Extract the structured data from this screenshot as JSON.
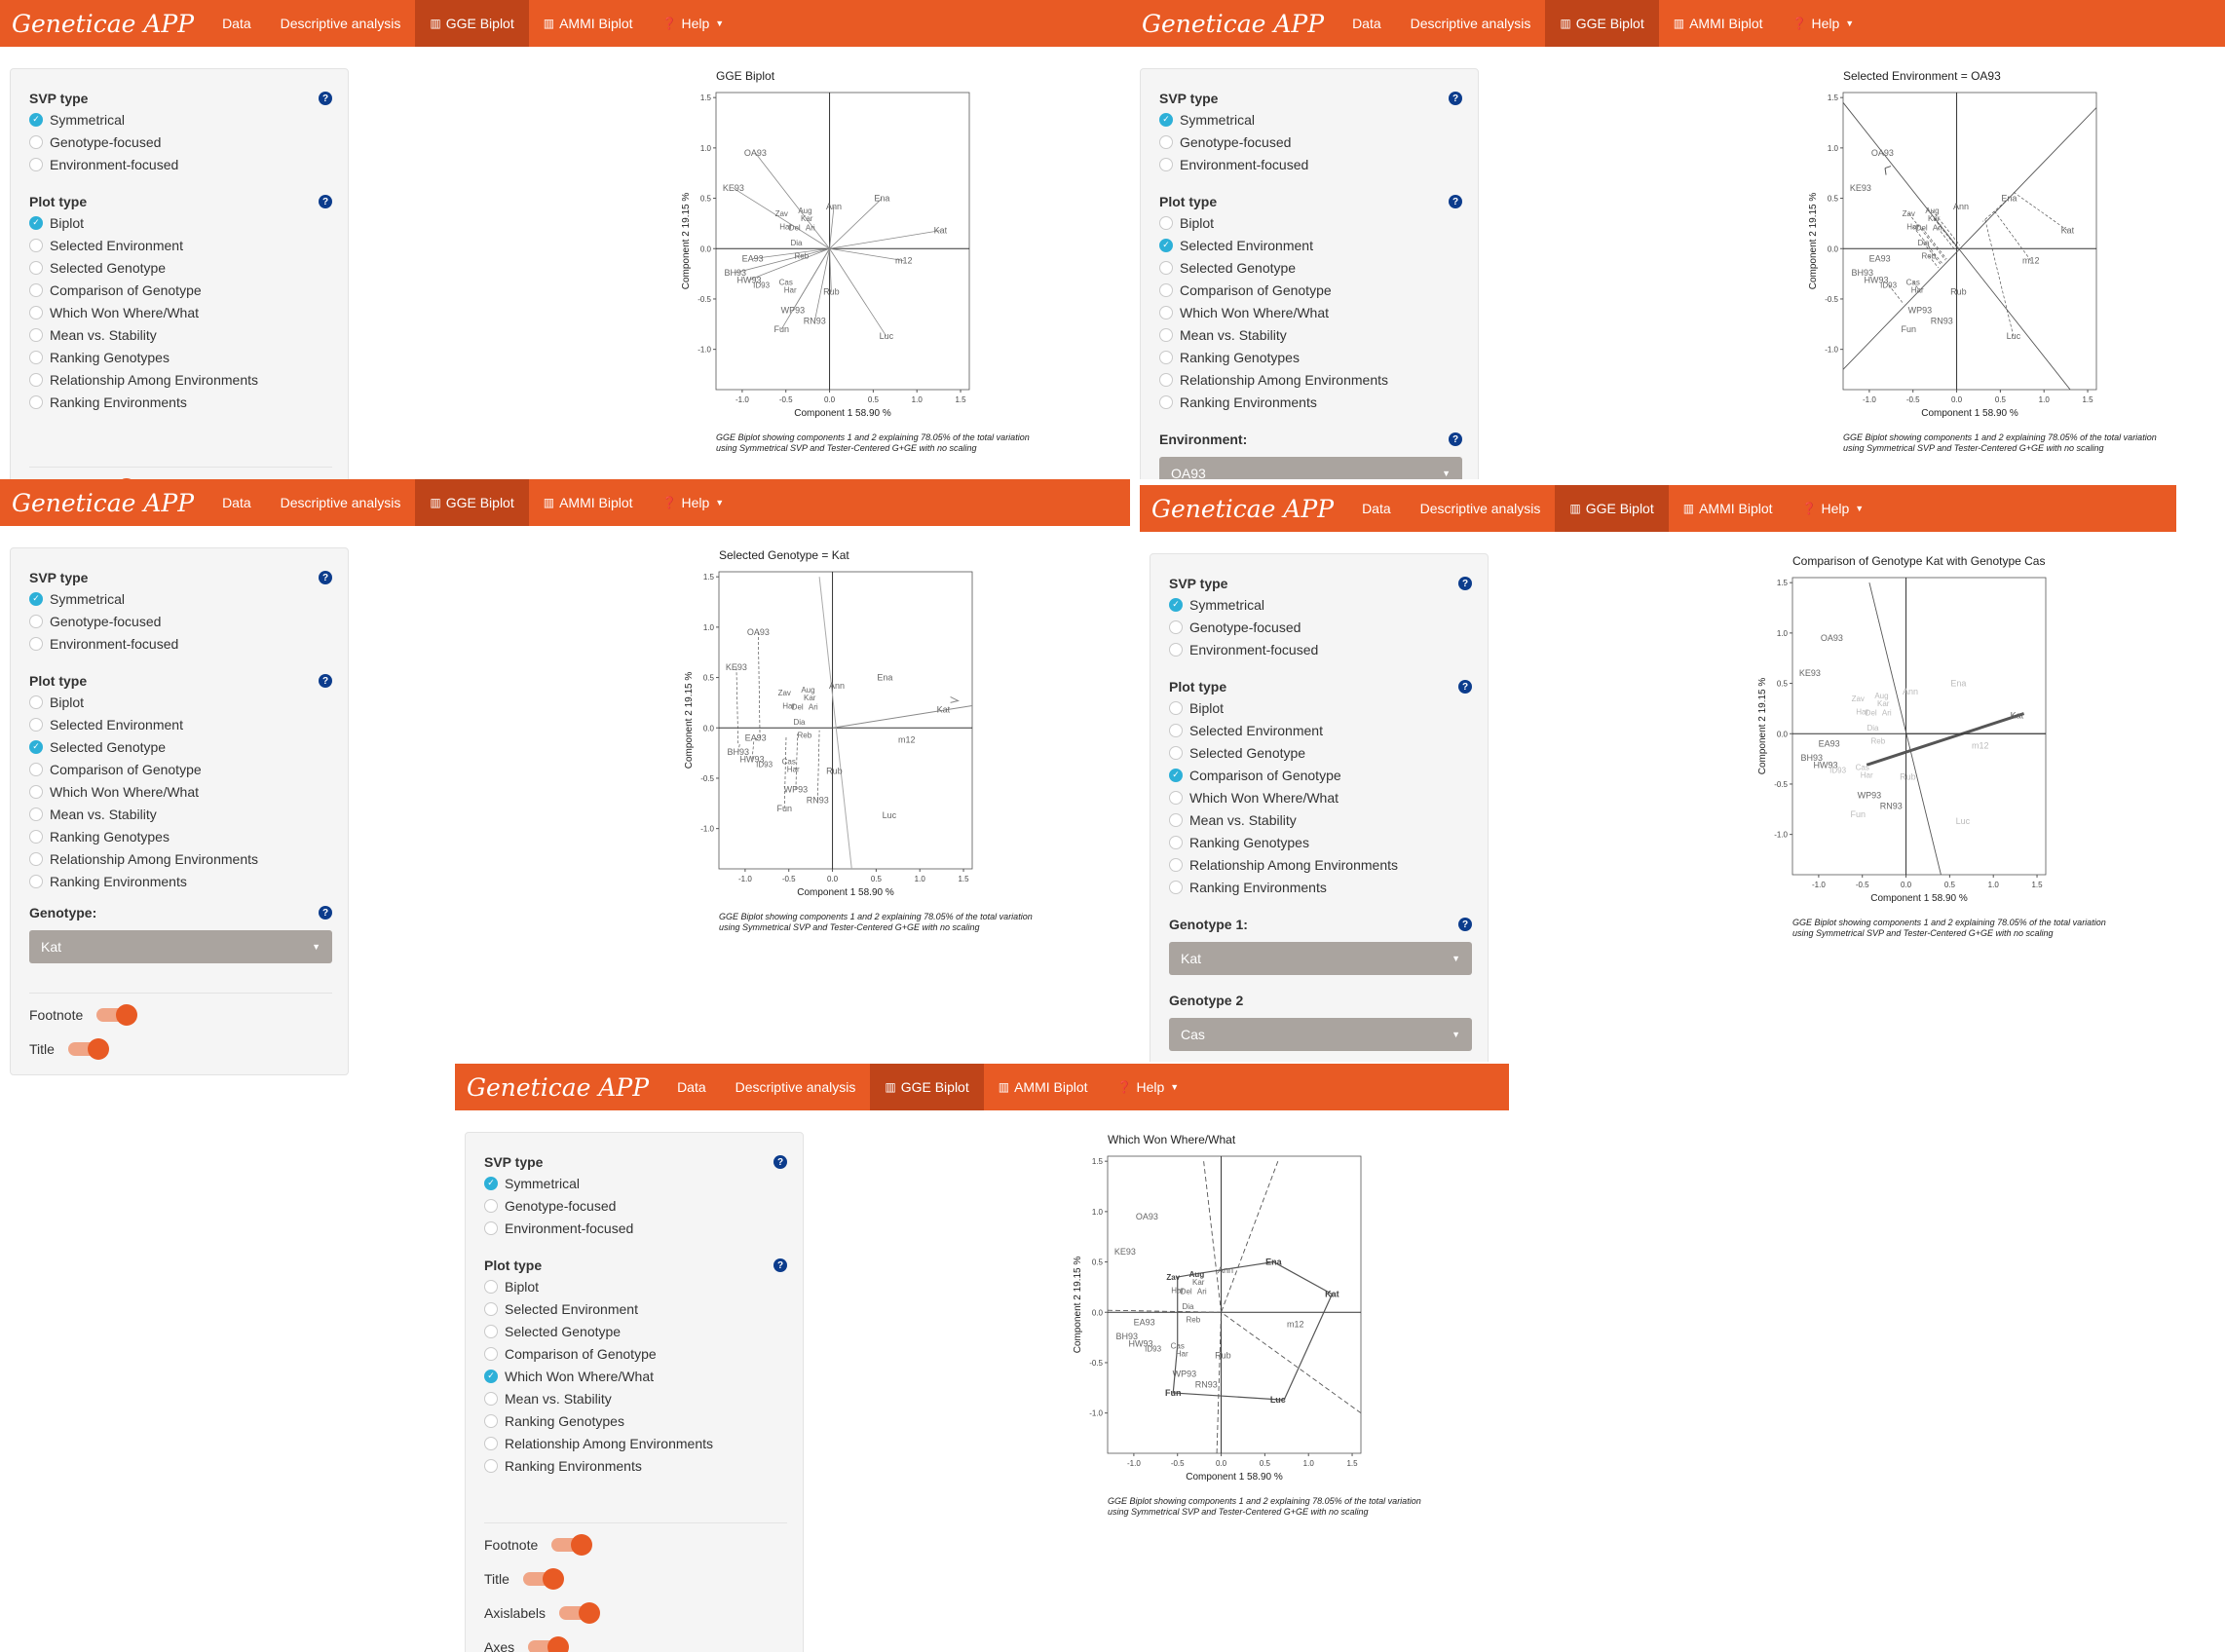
{
  "nav": {
    "brand": "Geneticae APP",
    "data": "Data",
    "descriptive": "Descriptive analysis",
    "gge": "GGE Biplot",
    "ammi": "AMMI Biplot",
    "help": "Help"
  },
  "sidebar": {
    "svp_title": "SVP type",
    "svp_options": [
      "Symmetrical",
      "Genotype-focused",
      "Environment-focused"
    ],
    "plot_title": "Plot type",
    "plot_options": [
      "Biplot",
      "Selected Environment",
      "Selected Genotype",
      "Comparison of Genotype",
      "Which Won Where/What",
      "Mean vs. Stability",
      "Ranking Genotypes",
      "Relationship Among Environments",
      "Ranking Environments"
    ],
    "environment_label": "Environment:",
    "genotype_label": "Genotype:",
    "genotype1_label": "Genotype 1:",
    "genotype2_label": "Genotype 2",
    "toggles": [
      "Footnote",
      "Title",
      "Axislabels",
      "Axes"
    ]
  },
  "panels": {
    "p1": {
      "title": "GGE Biplot"
    },
    "p2": {
      "title": "Selected Environment = OA93",
      "environment": "OA93"
    },
    "p3": {
      "title": "Selected Genotype = Kat",
      "genotype": "Kat"
    },
    "p4": {
      "title": "Comparison of Genotype Kat with Genotype Cas",
      "genotype1": "Kat",
      "genotype2": "Cas"
    },
    "p5": {
      "title": "Which Won Where/What"
    }
  },
  "plot": {
    "xlabel": "Component 1 58.90 %",
    "ylabel": "Component 2 19.15 %",
    "footnote_line1": "GGE Biplot showing components 1 and 2 explaining 78.05% of the total variation",
    "footnote_line2": "using Symmetrical SVP and Tester-Centered G+GE with no scaling",
    "xticks": [
      "-1.0",
      "-0.5",
      "0.0",
      "0.5",
      "1.0",
      "1.5"
    ],
    "yticks": [
      "1.5",
      "1.0",
      "0.5",
      "0.0",
      "-0.5",
      "-1.0"
    ]
  },
  "chart_data": {
    "type": "scatter",
    "title": "GGE Biplot",
    "xlabel": "Component 1 58.90 %",
    "ylabel": "Component 2 19.15 %",
    "xlim": [
      -1.3,
      1.6
    ],
    "ylim": [
      -1.4,
      1.55
    ],
    "environments": [
      {
        "label": "OA93",
        "x": -0.85,
        "y": 0.95
      },
      {
        "label": "KE93",
        "x": -1.1,
        "y": 0.6
      },
      {
        "label": "Ann",
        "x": 0.05,
        "y": 0.42
      },
      {
        "label": "Ena",
        "x": 0.6,
        "y": 0.5
      },
      {
        "label": "Kat",
        "x": 1.27,
        "y": 0.18
      },
      {
        "label": "m12",
        "x": 0.85,
        "y": -0.12
      },
      {
        "label": "Luc",
        "x": 0.65,
        "y": -0.87
      },
      {
        "label": "Rub",
        "x": 0.02,
        "y": -0.43
      },
      {
        "label": "RN93",
        "x": -0.17,
        "y": -0.72
      },
      {
        "label": "WP93",
        "x": -0.42,
        "y": -0.61
      },
      {
        "label": "Fun",
        "x": -0.55,
        "y": -0.8
      },
      {
        "label": "EA93",
        "x": -0.88,
        "y": -0.1
      },
      {
        "label": "BH93",
        "x": -1.08,
        "y": -0.24
      },
      {
        "label": "HW93",
        "x": -0.92,
        "y": -0.31
      }
    ],
    "genotypes": [
      {
        "label": "Zav",
        "x": -0.55,
        "y": 0.35
      },
      {
        "label": "Aug",
        "x": -0.28,
        "y": 0.38
      },
      {
        "label": "Kar",
        "x": -0.26,
        "y": 0.3
      },
      {
        "label": "Har",
        "x": -0.5,
        "y": 0.22
      },
      {
        "label": "Del",
        "x": -0.4,
        "y": 0.21
      },
      {
        "label": "Ari",
        "x": -0.22,
        "y": 0.21
      },
      {
        "label": "Dia",
        "x": -0.38,
        "y": 0.06
      },
      {
        "label": "Reb",
        "x": -0.32,
        "y": -0.07
      },
      {
        "label": "Cas",
        "x": -0.5,
        "y": -0.33
      },
      {
        "label": "Har",
        "x": -0.45,
        "y": -0.41
      },
      {
        "label": "ID93",
        "x": -0.78,
        "y": -0.36
      }
    ]
  }
}
